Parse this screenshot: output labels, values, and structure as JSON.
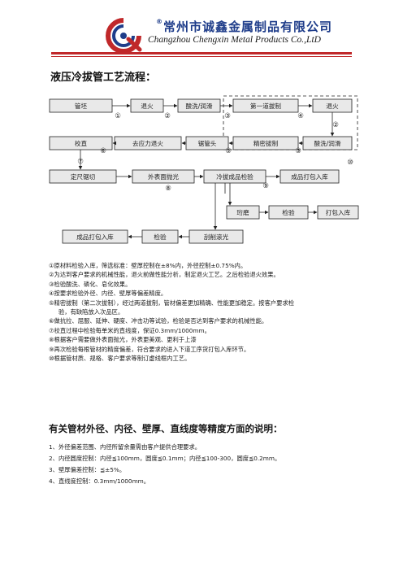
{
  "header": {
    "company_cn": "常州市诚鑫金属制品有限公司",
    "company_en": "Changzhou Chengxin Metal Products Co.,LtD",
    "registered_mark": "®"
  },
  "title": "液压冷拔管工艺流程：",
  "flow": {
    "nodes": {
      "n1": "管坯",
      "n2": "退火",
      "n3": "酸洗/润滑",
      "n4": "第一道拔制",
      "n5": "退火",
      "n6": "校直",
      "n7": "去应力退火",
      "n8": "锯管头",
      "n9": "精密拔制",
      "n10": "酸洗/润滑",
      "n11": "定尺锯切",
      "n12": "外表面抛光",
      "n13": "冷拔成品检验",
      "n14": "成品打包入库",
      "n15": "珩磨",
      "n16": "检验",
      "n17": "打包入库",
      "n18": "成品打包入库",
      "n19": "检验",
      "n20": "刮削滚光"
    },
    "markers": {
      "m1": "①",
      "m2": "②",
      "m3": "③",
      "m4": "④",
      "m5": "②",
      "m6": "⑤",
      "m7": "③",
      "m8": "⑩",
      "m9": "⑥",
      "m10": "⑦",
      "m11": "⑧",
      "m12": "⑨"
    }
  },
  "notes": [
    "①原材料检验入库，筛选标准：壁厚控制在±8%内，外径控制±0.75%内。",
    "②为达到客户要求的机械性能，退火前做性能分析，制定退火工艺。之后检验退火效果。",
    "③检验酸洗、磷化、皂化效果。",
    "④按要求检验外径、内径、壁厚等偏差精度。",
    "⑤精密拔制（第二次拔制），经过两道拔制，管材偏差更加精确、性能更加稳定。按客户要求检",
    "验，有缺陷放入次品区。",
    "⑥做抗拉、屈服、延伸、硬度、冲击功等试验，检验是否达到客户要求的机械性能。",
    "⑦校直过程中检验每单米的直线度，保证0.3mm/1000mm。",
    "⑧根据客户需要做外表面抛光，外表更美观、更利于上漆",
    "⑨再次检验每根管材的精度偏差，符合要求的进入下道工序货打包入库环节。",
    "⑩根据管材质、规格、客户要求等制订虚线框内工艺。"
  ],
  "subtitle": "有关管材外径、内径、壁厚、直线度等精度方面的说明：",
  "specs": [
    "1、外径偏差范围、内径所留余量需由客户提供合理要求。",
    "2、内径圆度控制：内径≦100mm，圆度≦0.1mm；内径≦100-300，圆度≦0.2mm。",
    "3、壁厚偏差控制：≦±5%。",
    "4、直线度控制：0.3mm/1000mm。"
  ],
  "colors": {
    "brand_blue": "#1f3d8a",
    "brand_red": "#c0282a",
    "box_fill": "#e9e9e9"
  }
}
